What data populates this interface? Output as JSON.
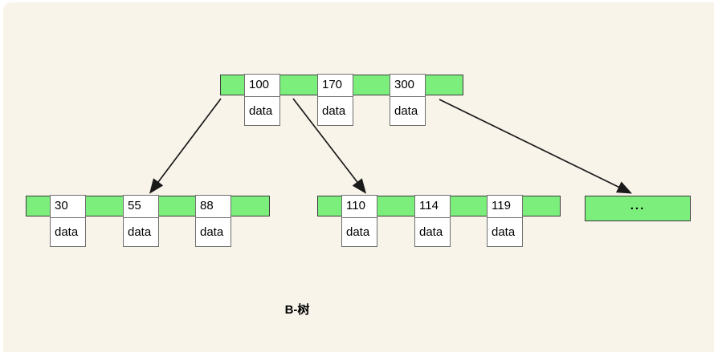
{
  "caption": "B-树",
  "colors": {
    "canvas_background": "#f8f4ea",
    "node_fill": "#7cee7c",
    "node_border": "#3c3c3c",
    "cell_border": "#6e6e6e",
    "cell_fill": "#ffffff",
    "edge_color": "#1a1a1a"
  },
  "nodes": {
    "root": {
      "cells": [
        {
          "key": "100",
          "data": "data"
        },
        {
          "key": "170",
          "data": "data"
        },
        {
          "key": "300",
          "data": "data"
        }
      ]
    },
    "child_left": {
      "cells": [
        {
          "key": "30",
          "data": "data"
        },
        {
          "key": "55",
          "data": "data"
        },
        {
          "key": "88",
          "data": "data"
        }
      ]
    },
    "child_middle": {
      "cells": [
        {
          "key": "110",
          "data": "data"
        },
        {
          "key": "114",
          "data": "data"
        },
        {
          "key": "119",
          "data": "data"
        }
      ]
    },
    "child_right": {
      "ellipsis": "..."
    }
  }
}
